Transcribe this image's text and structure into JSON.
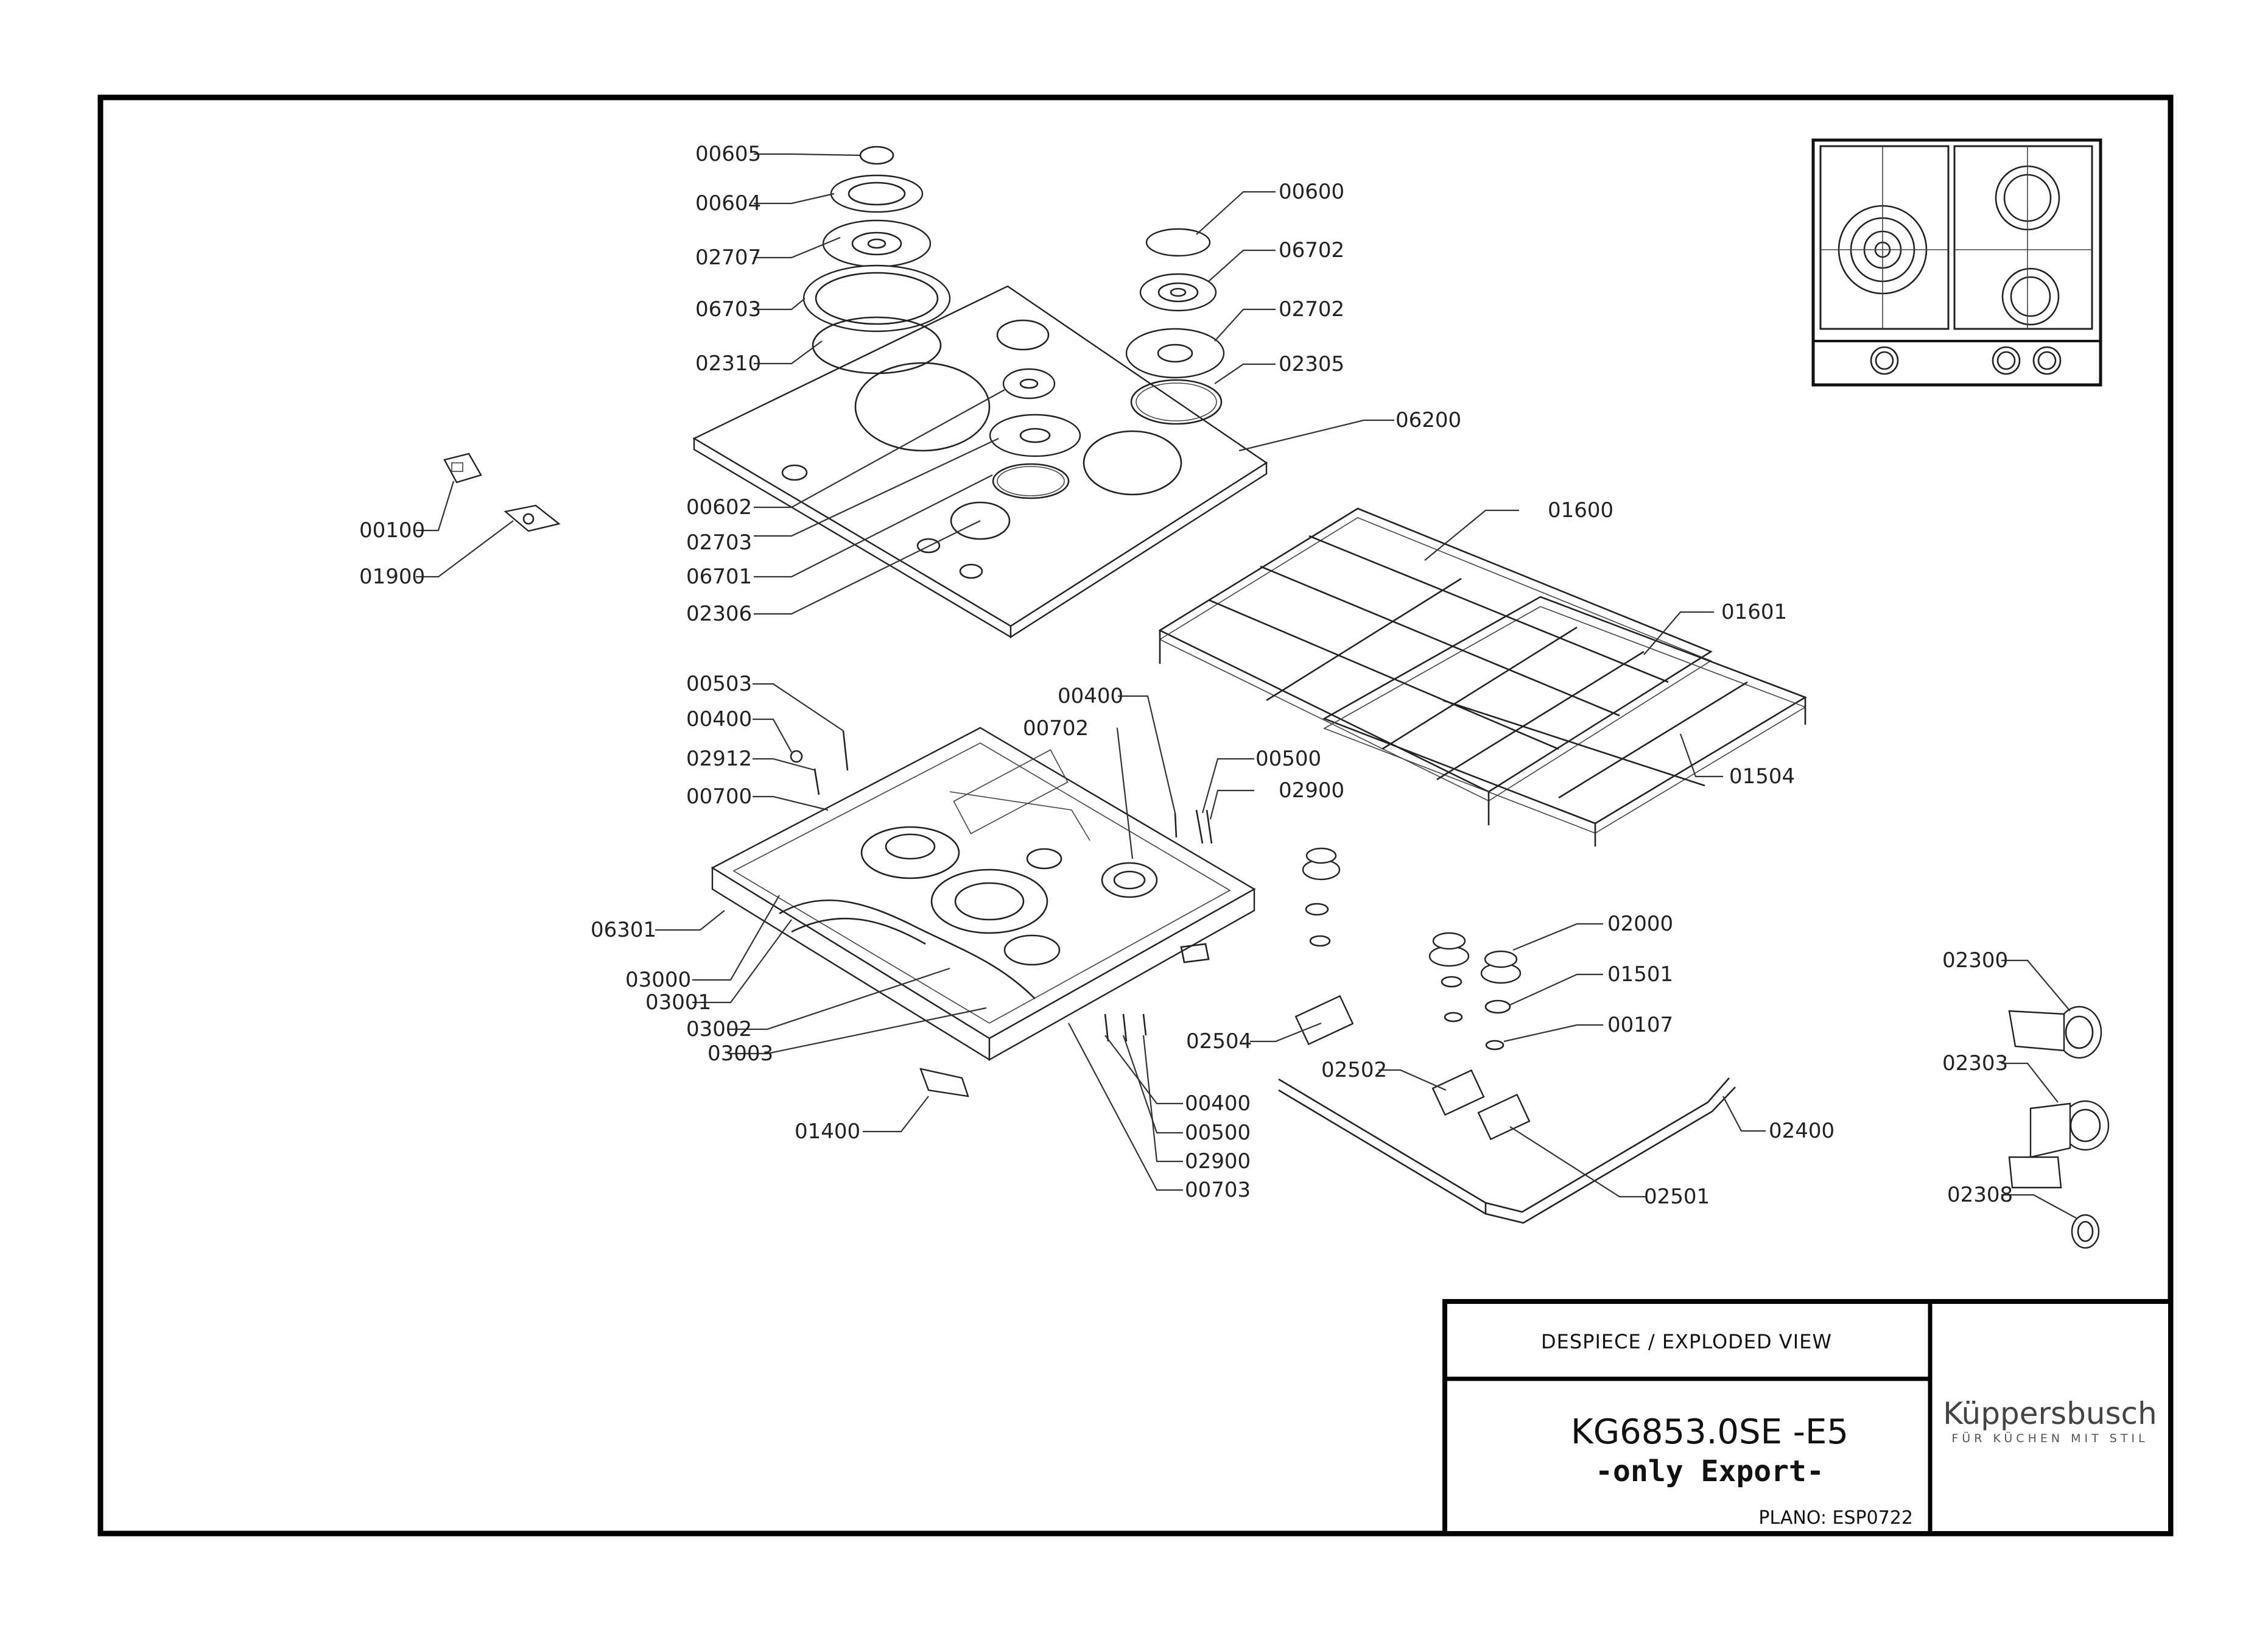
{
  "title_block": {
    "title": "DESPIECE / EXPLODED VIEW",
    "model": "KG6853.0SE -E5",
    "subtitle": "-only Export-",
    "plan": "PLANO: ESP0722",
    "brand": "Küppersbusch",
    "brand_tagline": "FÜR KÜCHEN MIT STIL"
  },
  "labels": {
    "p00605": "00605",
    "p00604": "00604",
    "p02707": "02707",
    "p06703": "06703",
    "p02310": "02310",
    "p00600": "00600",
    "p06702": "06702",
    "p02702": "02702",
    "p02305": "02305",
    "p06200": "06200",
    "p00602": "00602",
    "p02703": "02703",
    "p06701": "06701",
    "p02306": "02306",
    "p00100": "00100",
    "p01900": "01900",
    "p01600": "01600",
    "p01601": "01601",
    "p01504": "01504",
    "p00503": "00503",
    "p00400a": "00400",
    "p02912": "02912",
    "p00700": "00700",
    "p00400b": "00400",
    "p00702": "00702",
    "p00500a": "00500",
    "p02900a": "02900",
    "p06301": "06301",
    "p03000": "03000",
    "p03001": "03001",
    "p03002": "03002",
    "p03003": "03003",
    "p01400": "01400",
    "p00400c": "00400",
    "p00500b": "00500",
    "p02900b": "02900",
    "p00703": "00703",
    "p02000": "02000",
    "p01501": "01501",
    "p00107": "00107",
    "p02504": "02504",
    "p02502": "02502",
    "p02400": "02400",
    "p02501": "02501",
    "p02300": "02300",
    "p02303": "02303",
    "p02308": "02308"
  }
}
